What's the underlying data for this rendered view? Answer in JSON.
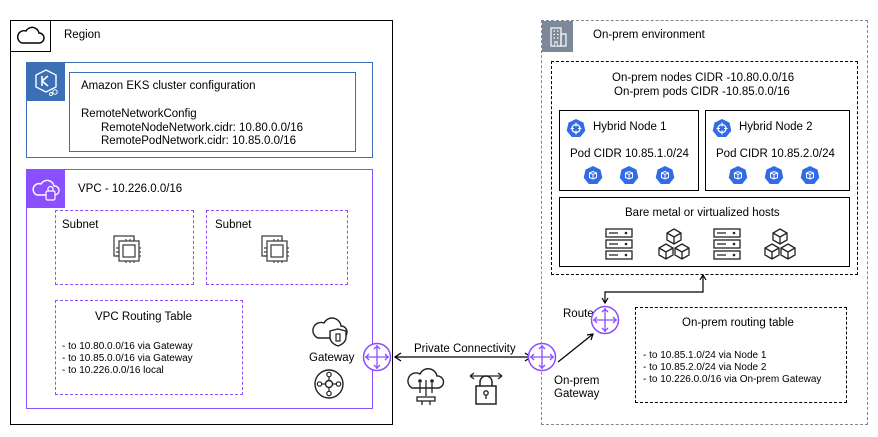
{
  "region": {
    "label": "Region"
  },
  "eks": {
    "title": "Amazon EKS cluster configuration",
    "config_title": "RemoteNetworkConfig",
    "node_network": "RemoteNodeNetwork.cidr: 10.80.0.0/16",
    "pod_network": "RemotePodNetwork.cidr: 10.85.0.0/16"
  },
  "vpc": {
    "label": "VPC - 10.226.0.0/16",
    "subnet1": "Subnet",
    "subnet2": "Subnet",
    "routing_title": "VPC Routing Table",
    "routes": [
      "-  to 10.80.0.0/16 via Gateway",
      "-  to 10.85.0.0/16 via Gateway",
      "-  to 10.226.0.0/16 local"
    ],
    "gateway_label": "Gateway"
  },
  "connectivity": {
    "label": "Private Connectivity"
  },
  "onprem": {
    "label": "On-prem environment",
    "nodes_cidr": "On-prem nodes CIDR -10.80.0.0/16",
    "pods_cidr": "On-prem pods CIDR -10.85.0.0/16",
    "node1": {
      "title": "Hybrid Node 1",
      "pod_cidr": "Pod CIDR 10.85.1.0/24"
    },
    "node2": {
      "title": "Hybrid Node 2",
      "pod_cidr": "Pod CIDR 10.85.2.0/24"
    },
    "hosts_label": "Bare metal or virtualized hosts",
    "router_label": "Router",
    "gateway_label_1": "On-prem",
    "gateway_label_2": "Gateway",
    "routing_title": "On-prem routing table",
    "routes": [
      "-  to 10.85.1.0/24 via Node 1",
      "-  to 10.85.2.0/24 via Node 2",
      "-  to 10.226.0.0/16 via On-prem Gateway"
    ]
  },
  "colors": {
    "region_border": "#000000",
    "eks_blue": "#3b6fb6",
    "vpc_purple": "#8c4fff",
    "onprem_gray": "#7d8998",
    "k8s_blue": "#326ce5"
  },
  "icons": [
    "cloud-icon",
    "eks-icon",
    "vpc-icon",
    "ec2-instance-icon",
    "router-icon",
    "vpn-gateway-icon",
    "transit-gateway-icon",
    "building-icon",
    "kubernetes-icon",
    "pod-icon",
    "server-icon",
    "resources-icon",
    "direct-connect-icon",
    "vpn-lock-icon"
  ]
}
